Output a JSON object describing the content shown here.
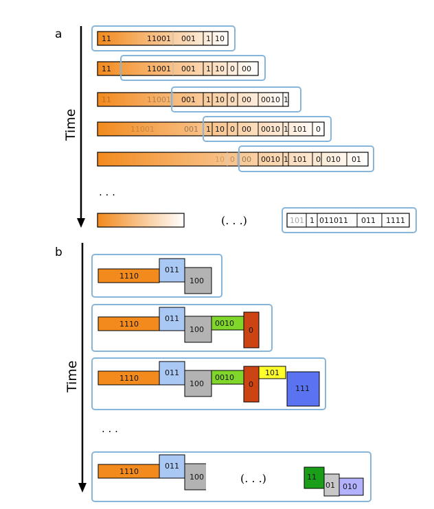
{
  "panel_a": {
    "label": "a",
    "time_label": "Time",
    "rows": [
      [
        "11",
        "11001",
        "001",
        "1",
        "10"
      ],
      [
        "11",
        "11001",
        "001",
        "1",
        "10",
        "0",
        "00"
      ],
      [
        "11",
        "11001",
        "001",
        "1",
        "10",
        "0",
        "00",
        "0010",
        "1"
      ],
      [
        "11001",
        "001",
        "1",
        "10",
        "0",
        "00",
        "0010",
        "1",
        "101",
        "0"
      ],
      [
        "10",
        "0",
        "00",
        "0010",
        "1",
        "101",
        "0",
        "010",
        "01"
      ]
    ],
    "dots": ". . .",
    "ellipsis": "(. . .)",
    "last_row": [
      "101",
      "1",
      "011011",
      "011",
      "1111"
    ]
  },
  "panel_b": {
    "label": "b",
    "time_label": "Time",
    "blocks": {
      "b1110": "1110",
      "b011": "011",
      "b100": "100",
      "b0010": "0010",
      "b0": "0",
      "b101": "101",
      "b111": "111",
      "b11": "11",
      "b01": "01",
      "b010": "010"
    },
    "dots": ". . .",
    "ellipsis": "(. . .)"
  },
  "colors": {
    "orange": "#f28a1e",
    "frame": "#87b5da",
    "lightblue": "#aac8f4",
    "gray": "#b3b3b3",
    "lime": "#80d62a",
    "rust": "#cc4414",
    "yellow": "#ffff2a",
    "blue": "#5a73f0",
    "green": "#1a9e1a",
    "lavender": "#b2b2ff"
  }
}
